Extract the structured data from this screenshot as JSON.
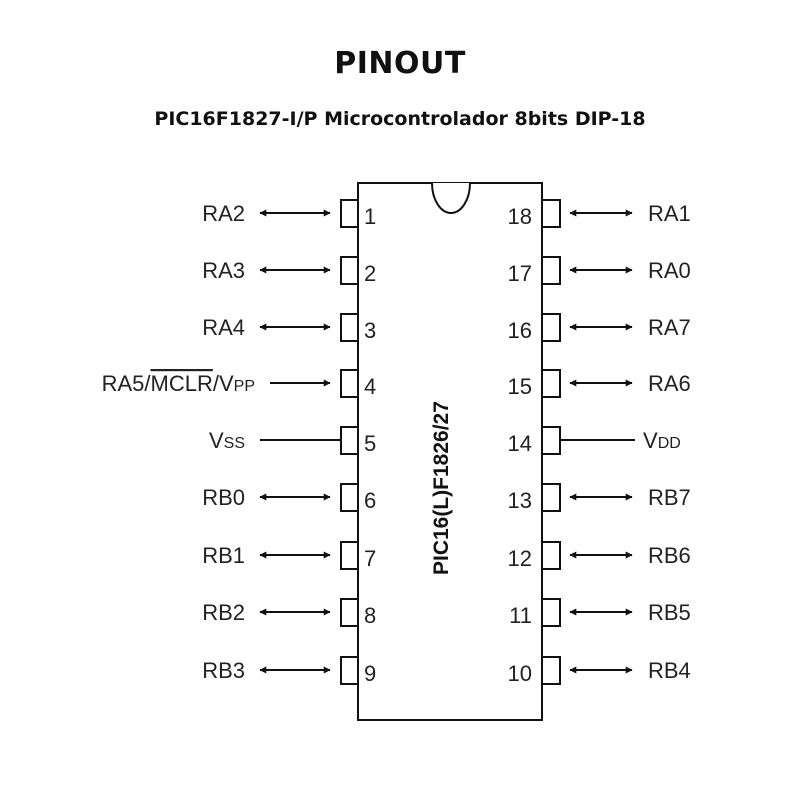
{
  "header": {
    "title": "PINOUT",
    "subtitle": "PIC16F1827-I/P Microcontrolador 8bits DIP-18"
  },
  "chip": {
    "part_label": "PIC16(L)F1826/27",
    "package": "DIP-18"
  },
  "pins": {
    "left": [
      {
        "number": "1",
        "name": "RA2",
        "direction": "bidirectional"
      },
      {
        "number": "2",
        "name": "RA3",
        "direction": "bidirectional"
      },
      {
        "number": "3",
        "name": "RA4",
        "direction": "bidirectional"
      },
      {
        "number": "4",
        "name_parts": [
          "RA5/",
          "MCLR",
          "/V",
          "PP"
        ],
        "direction": "input"
      },
      {
        "number": "5",
        "name_parts": [
          "V",
          "SS"
        ],
        "direction": "power"
      },
      {
        "number": "6",
        "name": "RB0",
        "direction": "bidirectional"
      },
      {
        "number": "7",
        "name": "RB1",
        "direction": "bidirectional"
      },
      {
        "number": "8",
        "name": "RB2",
        "direction": "bidirectional"
      },
      {
        "number": "9",
        "name": "RB3",
        "direction": "bidirectional"
      }
    ],
    "right": [
      {
        "number": "18",
        "name": "RA1",
        "direction": "bidirectional"
      },
      {
        "number": "17",
        "name": "RA0",
        "direction": "bidirectional"
      },
      {
        "number": "16",
        "name": "RA7",
        "direction": "bidirectional"
      },
      {
        "number": "15",
        "name": "RA6",
        "direction": "bidirectional"
      },
      {
        "number": "14",
        "name_parts": [
          "V",
          "DD"
        ],
        "direction": "power"
      },
      {
        "number": "13",
        "name": "RB7",
        "direction": "bidirectional"
      },
      {
        "number": "12",
        "name": "RB6",
        "direction": "bidirectional"
      },
      {
        "number": "11",
        "name": "RB5",
        "direction": "bidirectional"
      },
      {
        "number": "10",
        "name": "RB4",
        "direction": "bidirectional"
      }
    ]
  }
}
